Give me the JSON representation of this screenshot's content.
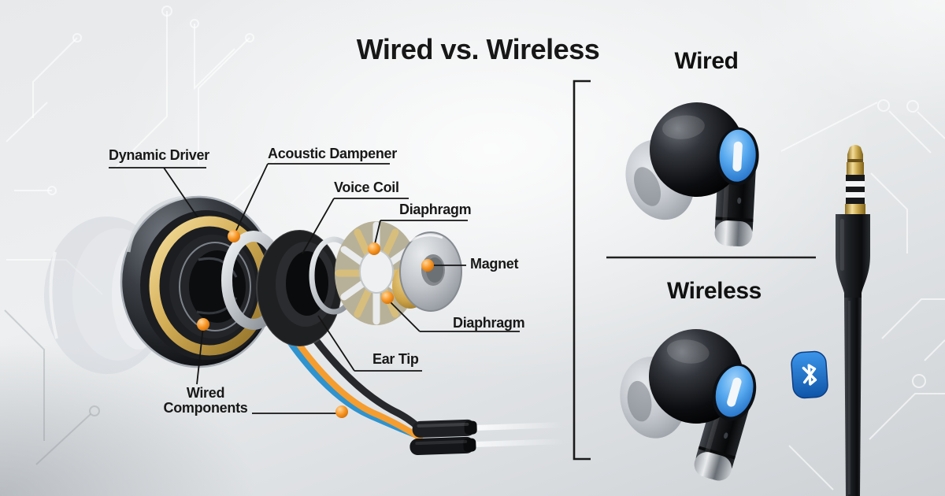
{
  "title": "Wired vs. Wireless",
  "diagram": {
    "labels": {
      "dynamic_driver": "Dynamic Driver",
      "acoustic_dampener": "Acoustic Dampener",
      "voice_coil": "Voice Coil",
      "diaphragm_top": "Diaphragm",
      "magnet": "Magnet",
      "diaphragm_bottom": "Diaphragm",
      "ear_tip": "Ear Tip",
      "wired_components": "Wired Components"
    }
  },
  "sections": {
    "wired": "Wired",
    "wireless": "Wireless"
  },
  "icons": {
    "bluetooth": "bluetooth-icon",
    "audio_jack": "audio-jack-3.5mm",
    "callout_dot": "orange-callout-dot"
  },
  "colors": {
    "background": "#e7e9eb",
    "text": "#1a1a1a",
    "callout_orange": "#f08a1e",
    "accent_blue": "#3f97e8",
    "bluetooth_blue": "#1766c8",
    "gold": "#d3ad56"
  }
}
